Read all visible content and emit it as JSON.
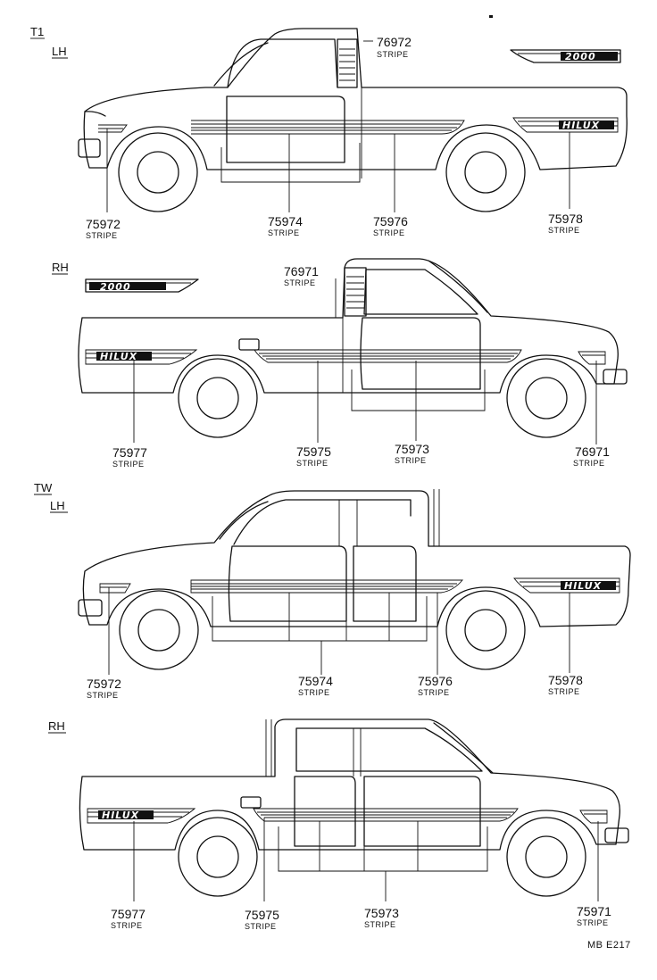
{
  "sections": {
    "t1": "T1",
    "lh1": "LH",
    "rh1": "RH",
    "tw": "TW",
    "lh2": "LH",
    "rh2": "RH"
  },
  "emblems": {
    "badge_2000": "2000",
    "badge_hilux": "HILUX"
  },
  "parts": {
    "p1_76972": {
      "number": "76972",
      "name": "STRIPE"
    },
    "p1_75972": {
      "number": "75972",
      "name": "STRIPE"
    },
    "p1_75974": {
      "number": "75974",
      "name": "STRIPE"
    },
    "p1_75976": {
      "number": "75976",
      "name": "STRIPE"
    },
    "p1_75978": {
      "number": "75978",
      "name": "STRIPE"
    },
    "p2_76971a": {
      "number": "76971",
      "name": "STRIPE"
    },
    "p2_75977": {
      "number": "75977",
      "name": "STRIPE"
    },
    "p2_75975": {
      "number": "75975",
      "name": "STRIPE"
    },
    "p2_75973": {
      "number": "75973",
      "name": "STRIPE"
    },
    "p2_76971b": {
      "number": "76971",
      "name": "STRIPE"
    },
    "p3_75972": {
      "number": "75972",
      "name": "STRIPE"
    },
    "p3_75974": {
      "number": "75974",
      "name": "STRIPE"
    },
    "p3_75976": {
      "number": "75976",
      "name": "STRIPE"
    },
    "p3_75978": {
      "number": "75978",
      "name": "STRIPE"
    },
    "p4_75977": {
      "number": "75977",
      "name": "STRIPE"
    },
    "p4_75975": {
      "number": "75975",
      "name": "STRIPE"
    },
    "p4_75973": {
      "number": "75973",
      "name": "STRIPE"
    },
    "p4_75971": {
      "number": "75971",
      "name": "STRIPE"
    }
  },
  "footer": {
    "code": "MB E217"
  }
}
